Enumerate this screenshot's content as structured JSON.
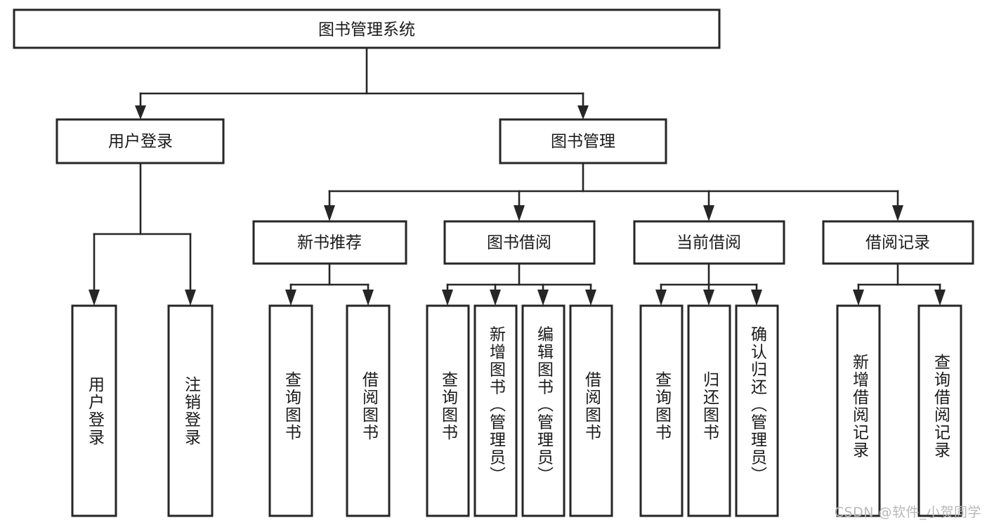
{
  "diagram": {
    "type": "tree-hierarchy",
    "title": "图书管理系统",
    "orientation": "top-down",
    "colors": {
      "box_stroke": "#262626",
      "box_fill": "#ffffff",
      "connector": "#262626",
      "text": "#1a1a1a",
      "background": "#ffffff",
      "watermark": "#b8b8b8"
    },
    "levels": {
      "root": {
        "label": "图书管理系统"
      },
      "level2": [
        {
          "id": "user-login",
          "label": "用户登录"
        },
        {
          "id": "book-management",
          "label": "图书管理"
        }
      ],
      "level3": [
        {
          "id": "new-book-recommend",
          "label": "新书推荐",
          "parent": "book-management"
        },
        {
          "id": "book-borrow",
          "label": "图书借阅",
          "parent": "book-management"
        },
        {
          "id": "current-borrow",
          "label": "当前借阅",
          "parent": "book-management"
        },
        {
          "id": "borrow-record",
          "label": "借阅记录",
          "parent": "book-management"
        }
      ],
      "leaves": [
        {
          "id": "leaf-user-login",
          "label": "用户登录",
          "parent": "user-login"
        },
        {
          "id": "leaf-user-logout",
          "label": "注销登录",
          "parent": "user-login"
        },
        {
          "id": "leaf-query-book-1",
          "label": "查询图书",
          "parent": "new-book-recommend"
        },
        {
          "id": "leaf-borrow-book-1",
          "label": "借阅图书",
          "parent": "new-book-recommend"
        },
        {
          "id": "leaf-query-book-2",
          "label": "查询图书",
          "parent": "book-borrow"
        },
        {
          "id": "leaf-add-book",
          "label": "新增图书（管理员）",
          "parent": "book-borrow"
        },
        {
          "id": "leaf-edit-book",
          "label": "编辑图书（管理员）",
          "parent": "book-borrow"
        },
        {
          "id": "leaf-borrow-book-2",
          "label": "借阅图书",
          "parent": "book-borrow"
        },
        {
          "id": "leaf-query-book-3",
          "label": "查询图书",
          "parent": "current-borrow"
        },
        {
          "id": "leaf-return-book",
          "label": "归还图书",
          "parent": "current-borrow"
        },
        {
          "id": "leaf-confirm-return",
          "label": "确认归还（管理员）",
          "parent": "current-borrow"
        },
        {
          "id": "leaf-add-record",
          "label": "新增借阅记录",
          "parent": "borrow-record"
        },
        {
          "id": "leaf-query-record",
          "label": "查询借阅记录",
          "parent": "borrow-record"
        }
      ]
    }
  },
  "watermark": {
    "text": "CSDN @软件_小贺同学"
  }
}
